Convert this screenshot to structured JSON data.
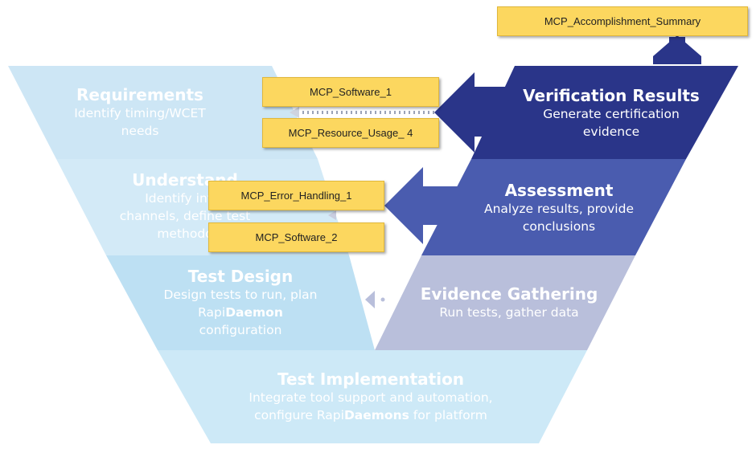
{
  "stages": {
    "requirements": {
      "title": "Requirements",
      "desc_line1": "Identify timing/WCET",
      "desc_line2": "needs"
    },
    "understand": {
      "title": "Understand",
      "desc_line1": "Identify inter",
      "desc_line2": "channels, define test",
      "desc_line3": "methodo"
    },
    "test_design": {
      "title": "Test Design",
      "desc_line1": "Design tests to run, plan",
      "desc_line2_pre": "Rapi",
      "desc_line2_bold": "Daemon",
      "desc_line3": "configuration"
    },
    "test_implementation": {
      "title": "Test Implementation",
      "desc_line1": "Integrate tool support and automation,",
      "desc_line2_pre": "configure Rapi",
      "desc_line2_bold": "Daemons",
      "desc_line2_post": " for platform"
    },
    "evidence_gathering": {
      "title": "Evidence Gathering",
      "desc_line1": "Run tests, gather data"
    },
    "assessment": {
      "title": "Assessment",
      "desc_line1": "Analyze results, provide",
      "desc_line2": "conclusions"
    },
    "verification_results": {
      "title": "Verification Results",
      "desc_line1": "Generate certification",
      "desc_line2": "evidence"
    }
  },
  "tags": {
    "accomplishment_summary": "MCP_Accomplishment_Summary",
    "software_1": "MCP_Software_1",
    "resource_usage_4": "MCP_Resource_Usage_ 4",
    "error_handling_1": "MCP_Error_Handling_1",
    "software_2": "MCP_Software_2"
  },
  "colors": {
    "left_light": "#cde6f5",
    "left_mid": "#bde0f3",
    "bottom": "#cde9f7",
    "evidence": "#b9bfdb",
    "assessment": "#4a5caf",
    "verification": "#2a3589",
    "arrow_dark": "#2a3589",
    "arrow_mid": "#4a5caf",
    "tag_fill": "#fcd75f"
  }
}
